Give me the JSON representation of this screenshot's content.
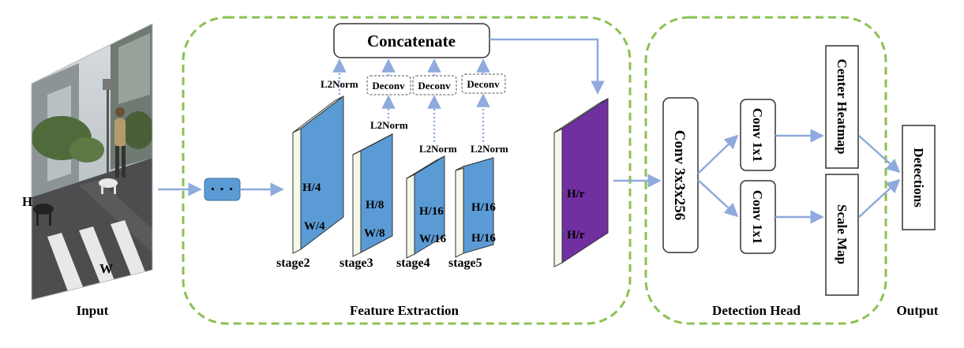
{
  "labels": {
    "input": "Input",
    "h": "H",
    "w": "W",
    "ellipsis": "· · ·",
    "feature_extraction": "Feature Extraction",
    "detection_head": "Detection Head",
    "output": "Output",
    "concatenate": "Concatenate",
    "l2norm": "L2Norm",
    "deconv": "Deconv",
    "stage2": "stage2",
    "stage3": "stage3",
    "stage4": "stage4",
    "stage5": "stage5",
    "s2_h": "H/4",
    "s2_w": "W/4",
    "s3_h": "H/8",
    "s3_w": "W/8",
    "s4_h": "H/16",
    "s4_w": "W/16",
    "s5_h": "H/16",
    "s5_w": "H/16",
    "fused_h": "H/r",
    "fused_w": "H/r",
    "conv3": "Conv 3x3x256",
    "conv1_top": "Conv 1x1",
    "conv1_bottom": "Conv 1x1",
    "center_heatmap": "Center Heatmap",
    "scale_map": "Scale Map",
    "detections": "Detections"
  },
  "colors": {
    "feature_blue": "#5b9bd5",
    "fused_purple": "#7030a0",
    "arrow": "#8faadc",
    "dashed_border": "#8cc152",
    "slab_side": "#f4f9e8"
  }
}
